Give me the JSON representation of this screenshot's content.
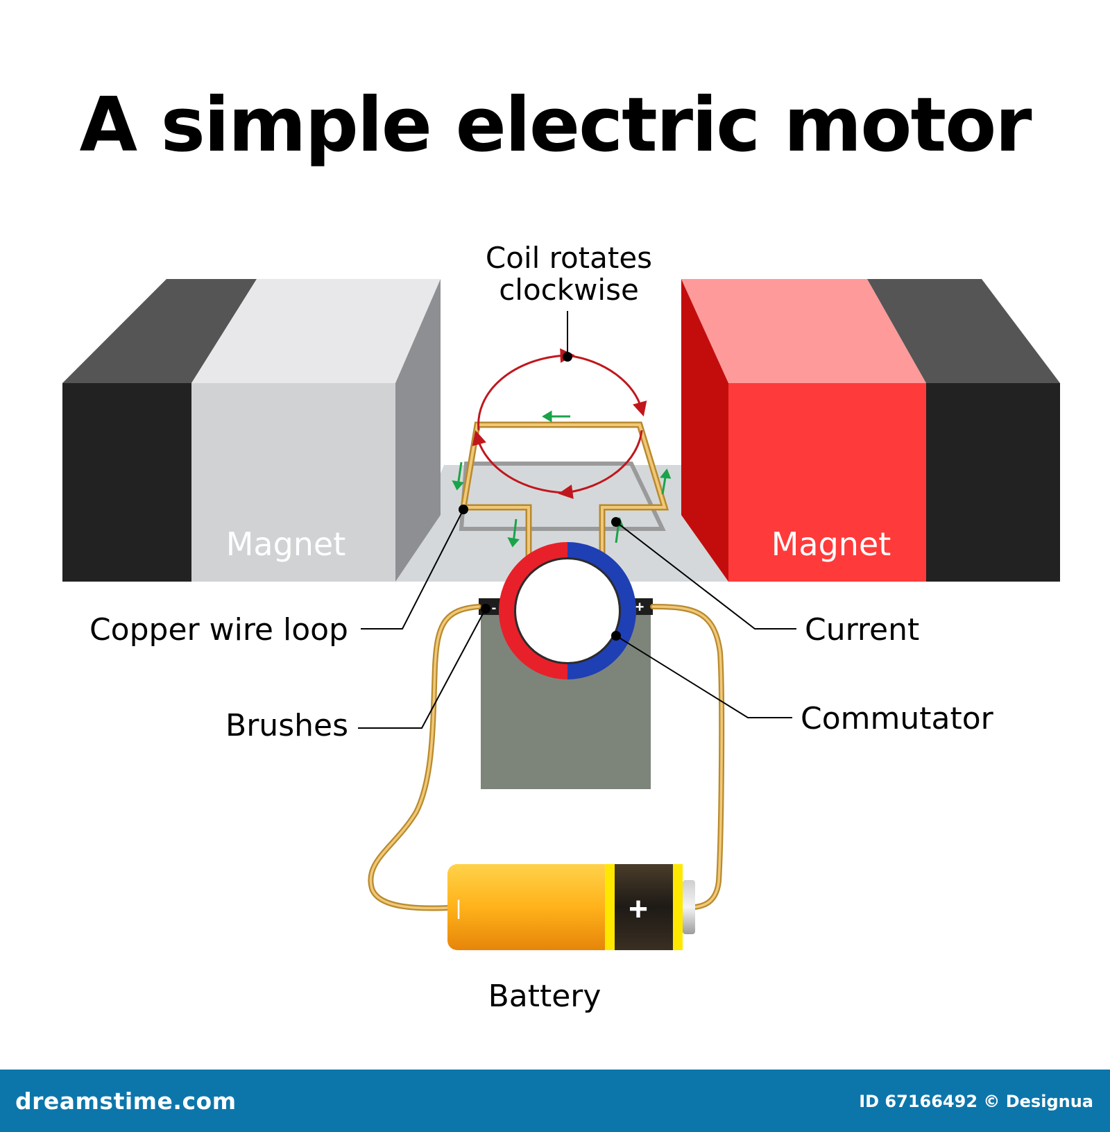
{
  "title": "A simple electric motor",
  "labels": {
    "coil_rotates_line1": "Coil rotates",
    "coil_rotates_line2": "clockwise",
    "magnet_left": "Magnet",
    "magnet_right": "Magnet",
    "copper_wire_loop": "Copper wire loop",
    "current": "Current",
    "brushes": "Brushes",
    "commutator": "Commutator",
    "battery": "Battery",
    "brush_minus": "-",
    "brush_plus": "+",
    "battery_minus": "|",
    "battery_plus": "+"
  },
  "footer": {
    "site": "dreamstime.com",
    "credit": "ID 67166492 © Designua"
  },
  "colors": {
    "magnet_dark": "#222222",
    "magnet_dark_top": "#555555",
    "magnet_left_face": "#d1d2d4",
    "magnet_left_top": "#e8e8ea",
    "magnet_left_side": "#8e8f92",
    "magnet_right_face": "#ff3a3a",
    "magnet_right_top": "#ff9a9a",
    "magnet_right_side": "#c30d0d",
    "commutator_red": "#e8202a",
    "commutator_blue": "#1f3fb5",
    "wire": "#e0b15a",
    "rotation_arrow": "#c0171d",
    "current_arrow": "#1aa34a",
    "footer_bg": "#0c76ab"
  }
}
